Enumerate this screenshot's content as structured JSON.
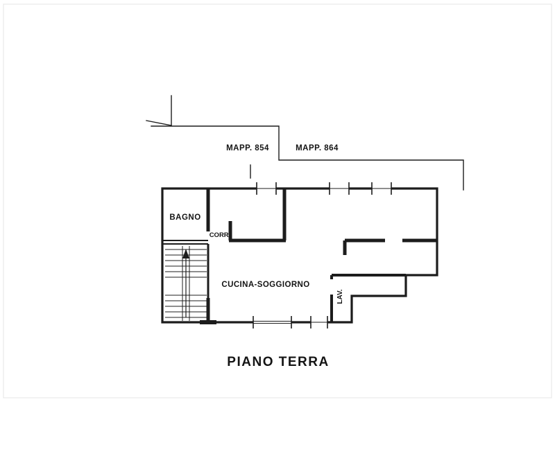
{
  "page": {
    "title": "PIANO TERRA"
  },
  "parcels": {
    "left_label": "MAPP. 854",
    "right_label": "MAPP. 864"
  },
  "rooms": {
    "bagno": "BAGNO",
    "corridoio": "CORR.",
    "cucina_soggiorno": "CUCINA-SOGGIORNO",
    "lavanderia": "LAV."
  },
  "colors": {
    "line": "#1c1c1c",
    "scan_frame": "#e4e4e4",
    "background": "#ffffff"
  }
}
